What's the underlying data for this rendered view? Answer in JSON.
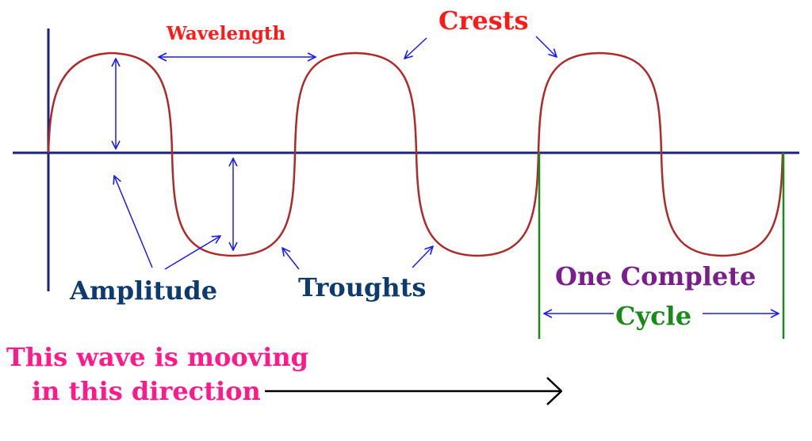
{
  "labels": {
    "wavelength": "Wavelength",
    "crests": "Crests",
    "amplitude": "Amplitude",
    "troughs": "Troughts",
    "cycle_line1": "One Complete",
    "cycle_line2": "Cycle",
    "direction_line1": "This wave is mooving",
    "direction_line2": "in this direction"
  },
  "colors": {
    "wave": "#b02828",
    "axis": "#1a237e",
    "arrow": "#1a1aff",
    "wavelength_text": "#ff1a1a",
    "crests_text": "#ff1a1a",
    "label_text": "#0d3b6e",
    "cycle_text": "#7a1e8c",
    "cycle_lines": "#1a8a1a",
    "cycle_word": "#1a8a1a",
    "direction_text": "#ff1a8c",
    "direction_arrow": "#000000"
  },
  "icons": {
    "direction_arrow": "right-arrow-icon",
    "dimension_arrows": "double-headed-arrow-icon"
  }
}
